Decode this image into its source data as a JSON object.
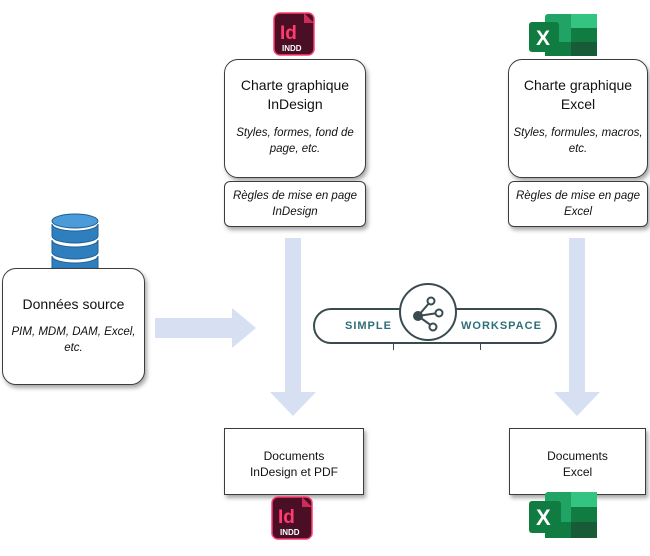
{
  "source": {
    "title": "Données source",
    "details": [
      "PIM, MDM, DAM, Excel,",
      "etc."
    ]
  },
  "indesign": {
    "app_badge": "Id",
    "app_badge_sub": "INDD",
    "charter_title": [
      "Charte graphique",
      "InDesign"
    ],
    "charter_details": [
      "Styles, formes, fond de",
      "page, etc."
    ],
    "rules": [
      "Règles de mise en page",
      "InDesign"
    ],
    "documents": [
      "Documents",
      "InDesign et PDF"
    ]
  },
  "excel": {
    "app_badge": "X",
    "charter_title": [
      "Charte graphique",
      "Excel"
    ],
    "charter_details": [
      "Styles, formules, macros,",
      "etc."
    ],
    "rules": [
      "Règles de mise en page",
      "Excel"
    ],
    "documents": [
      "Documents",
      "Excel"
    ]
  },
  "brand": {
    "word_left": "SIMPLE",
    "word_right": "WORKSPACE"
  },
  "colors": {
    "arrow": "#d6e0f2",
    "indesign_bg": "#4a0f24",
    "indesign_fg": "#ff3b70",
    "excel_dark": "#107c41",
    "excel_mid": "#21a366",
    "excel_light": "#33c481",
    "excel_darkest": "#185c37",
    "db_blue": "#2f7fbf",
    "brand_teal": "#2e6f78",
    "brand_dark": "#3a4b50"
  }
}
